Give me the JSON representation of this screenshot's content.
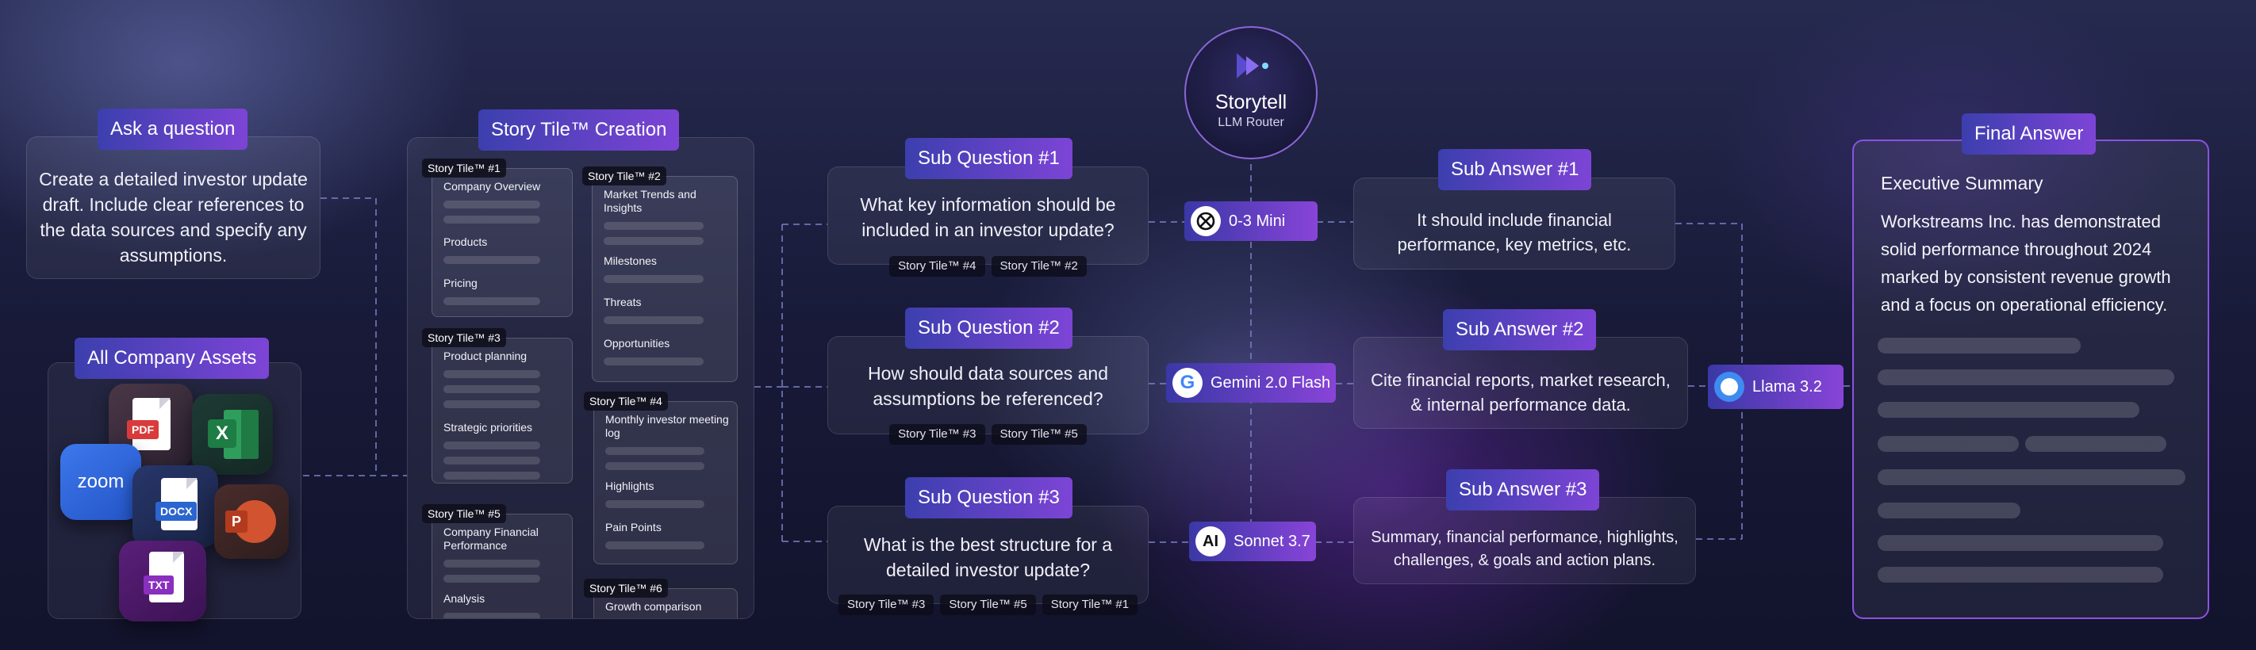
{
  "ask": {
    "title": "Ask a question",
    "text": "Create a detailed investor update draft. Include clear references to the data sources and specify any assumptions."
  },
  "assets": {
    "title": "All Company Assets",
    "icons": [
      {
        "name": "pdf-icon",
        "label": "PDF",
        "color": "#d93b3b"
      },
      {
        "name": "excel-icon",
        "label": "X",
        "color": "#1e7c45"
      },
      {
        "name": "zoom-icon",
        "label": "zoom",
        "color": "#2d6ce4"
      },
      {
        "name": "docx-icon",
        "label": "DOCX",
        "color": "#2b65d0"
      },
      {
        "name": "powerpoint-icon",
        "label": "P",
        "color": "#d2532f"
      },
      {
        "name": "txt-icon",
        "label": "TXT",
        "color": "#8a2fbd"
      }
    ]
  },
  "story_tiles": {
    "title": "Story Tile™ Creation",
    "tiles": [
      {
        "label": "Story Tile™ #1",
        "sections": [
          "Company Overview",
          "Products",
          "Pricing"
        ]
      },
      {
        "label": "Story Tile™ #2",
        "sections": [
          "Market Trends and Insights",
          "Milestones",
          "Threats",
          "Opportunities"
        ]
      },
      {
        "label": "Story Tile™ #3",
        "sections": [
          "Product planning",
          "Strategic priorities"
        ]
      },
      {
        "label": "Story Tile™ #4",
        "sections": [
          "Monthly investor meeting log",
          "Highlights",
          "Pain Points"
        ]
      },
      {
        "label": "Story Tile™ #5",
        "sections": [
          "Company Financial Performance",
          "Analysis"
        ]
      },
      {
        "label": "Story Tile™ #6",
        "sections": [
          "Growth comparison"
        ]
      }
    ]
  },
  "router": {
    "name": "Storytell",
    "subtitle": "LLM Router"
  },
  "sub_questions": [
    {
      "title": "Sub Question #1",
      "text": "What key information should be included in an investor update?",
      "chips": [
        "Story Tile™ #4",
        "Story Tile™ #2"
      ]
    },
    {
      "title": "Sub Question #2",
      "text": "How should data sources and assumptions be referenced?",
      "chips": [
        "Story Tile™ #3",
        "Story Tile™ #5"
      ]
    },
    {
      "title": "Sub Question #3",
      "text": "What is the best structure for a detailed investor update?",
      "chips": [
        "Story Tile™ #3",
        "Story Tile™ #5",
        "Story Tile™ #1"
      ]
    }
  ],
  "models": [
    {
      "name": "0-3 Mini",
      "icon": "openai-icon"
    },
    {
      "name": "Gemini 2.0 Flash",
      "icon": "google-icon"
    },
    {
      "name": "Sonnet 3.7",
      "icon": "anthropic-icon"
    }
  ],
  "sub_answers": [
    {
      "title": "Sub Answer #1",
      "text": "It should include financial performance, key metrics, etc."
    },
    {
      "title": "Sub Answer #2",
      "text": "Cite financial reports, market research, & internal performance data."
    },
    {
      "title": "Sub Answer #3",
      "text": "Summary, financial performance, highlights, challenges, & goals and action plans."
    }
  ],
  "final_model": {
    "name": "Llama 3.2",
    "icon": "llama-icon"
  },
  "final": {
    "title": "Final Answer",
    "heading": "Executive Summary",
    "text": "Workstreams Inc. has demonstrated solid performance throughout 2024 marked by consistent revenue growth and a focus on operational efficiency."
  },
  "colors": {
    "accent_start": "#3c3fae",
    "accent_end": "#7d44d6",
    "final_border": "#8a52e0",
    "connector": "#7c82c8"
  }
}
